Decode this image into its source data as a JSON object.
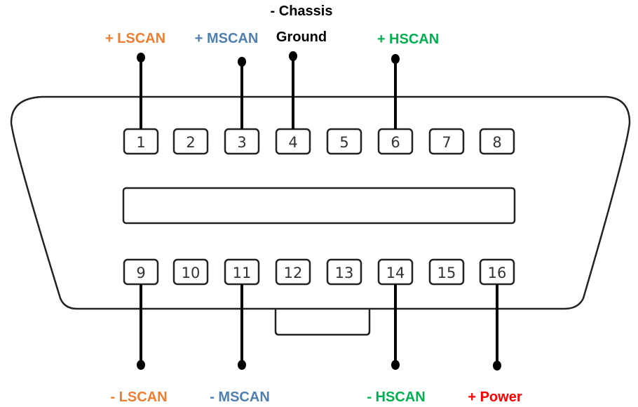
{
  "colors": {
    "lscan": "#ED7D31",
    "mscan": "#4F7FAF",
    "hscan": "#00B050",
    "power": "#FF0000",
    "ground": "#000000"
  },
  "pins_top": [
    "1",
    "2",
    "3",
    "4",
    "5",
    "6",
    "7",
    "8"
  ],
  "pins_bottom": [
    "9",
    "10",
    "11",
    "12",
    "13",
    "14",
    "15",
    "16"
  ],
  "labels": {
    "pin1": "+ LSCAN",
    "pin3": "+ MSCAN",
    "pin4_line1": "- Chassis",
    "pin4_line2": "Ground",
    "pin6": "+ HSCAN",
    "pin9": "- LSCAN",
    "pin11": "- MSCAN",
    "pin14": "- HSCAN",
    "pin16": "+ Power"
  }
}
